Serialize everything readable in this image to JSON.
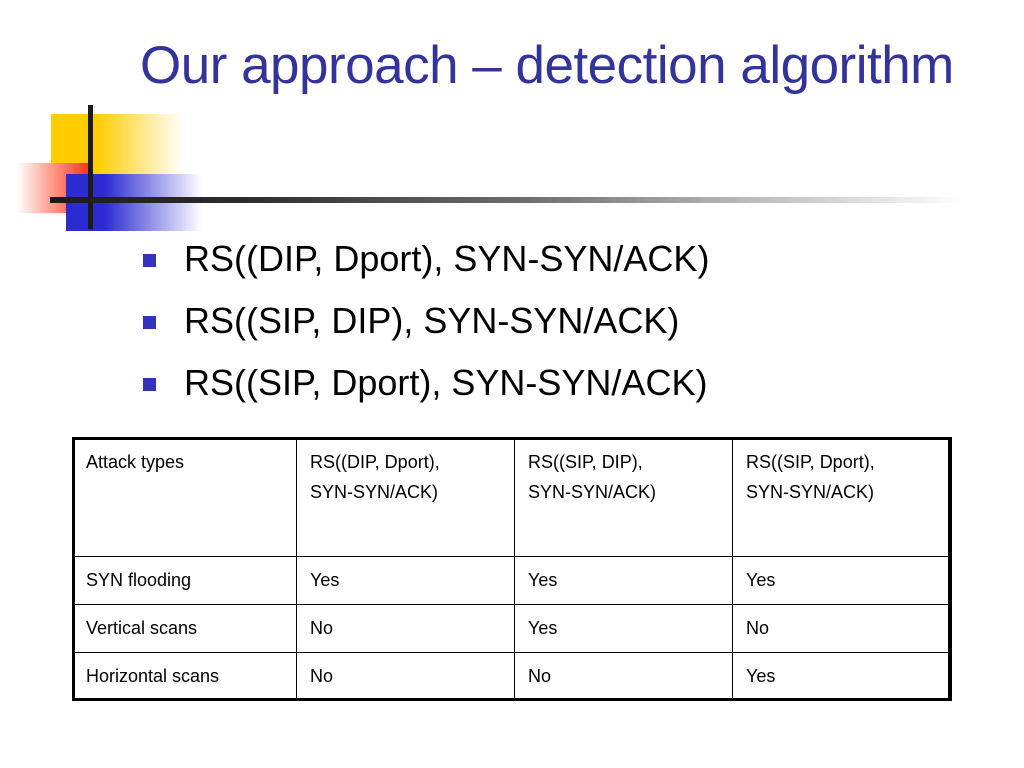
{
  "slide": {
    "title": "Our approach – detection algorithm",
    "title_color": "#33339A",
    "background_color": "#FFFFFF"
  },
  "decoration": {
    "yellow_color": "#FFCC00",
    "red_color": "#FB2A17",
    "blue_color": "#2B2BD1",
    "line_color": "#1B1B1B"
  },
  "bullets": {
    "marker_color": "#3333BB",
    "items": [
      "RS((DIP, Dport), SYN-SYN/ACK)",
      "RS((SIP, DIP), SYN-SYN/ACK)",
      "RS((SIP, Dport), SYN-SYN/ACK)"
    ]
  },
  "table": {
    "headers": [
      "Attack types",
      "RS((DIP, Dport),\nSYN-SYN/ACK)",
      "RS((SIP, DIP),\n SYN-SYN/ACK)",
      "RS((SIP, Dport),\nSYN-SYN/ACK)"
    ],
    "rows": [
      {
        "label": "SYN flooding",
        "values": [
          "Yes",
          "Yes",
          "Yes"
        ]
      },
      {
        "label": "Vertical scans",
        "values": [
          "No",
          "Yes",
          "No"
        ]
      },
      {
        "label": "Horizontal scans",
        "values": [
          "No",
          "No",
          "Yes"
        ]
      }
    ]
  }
}
